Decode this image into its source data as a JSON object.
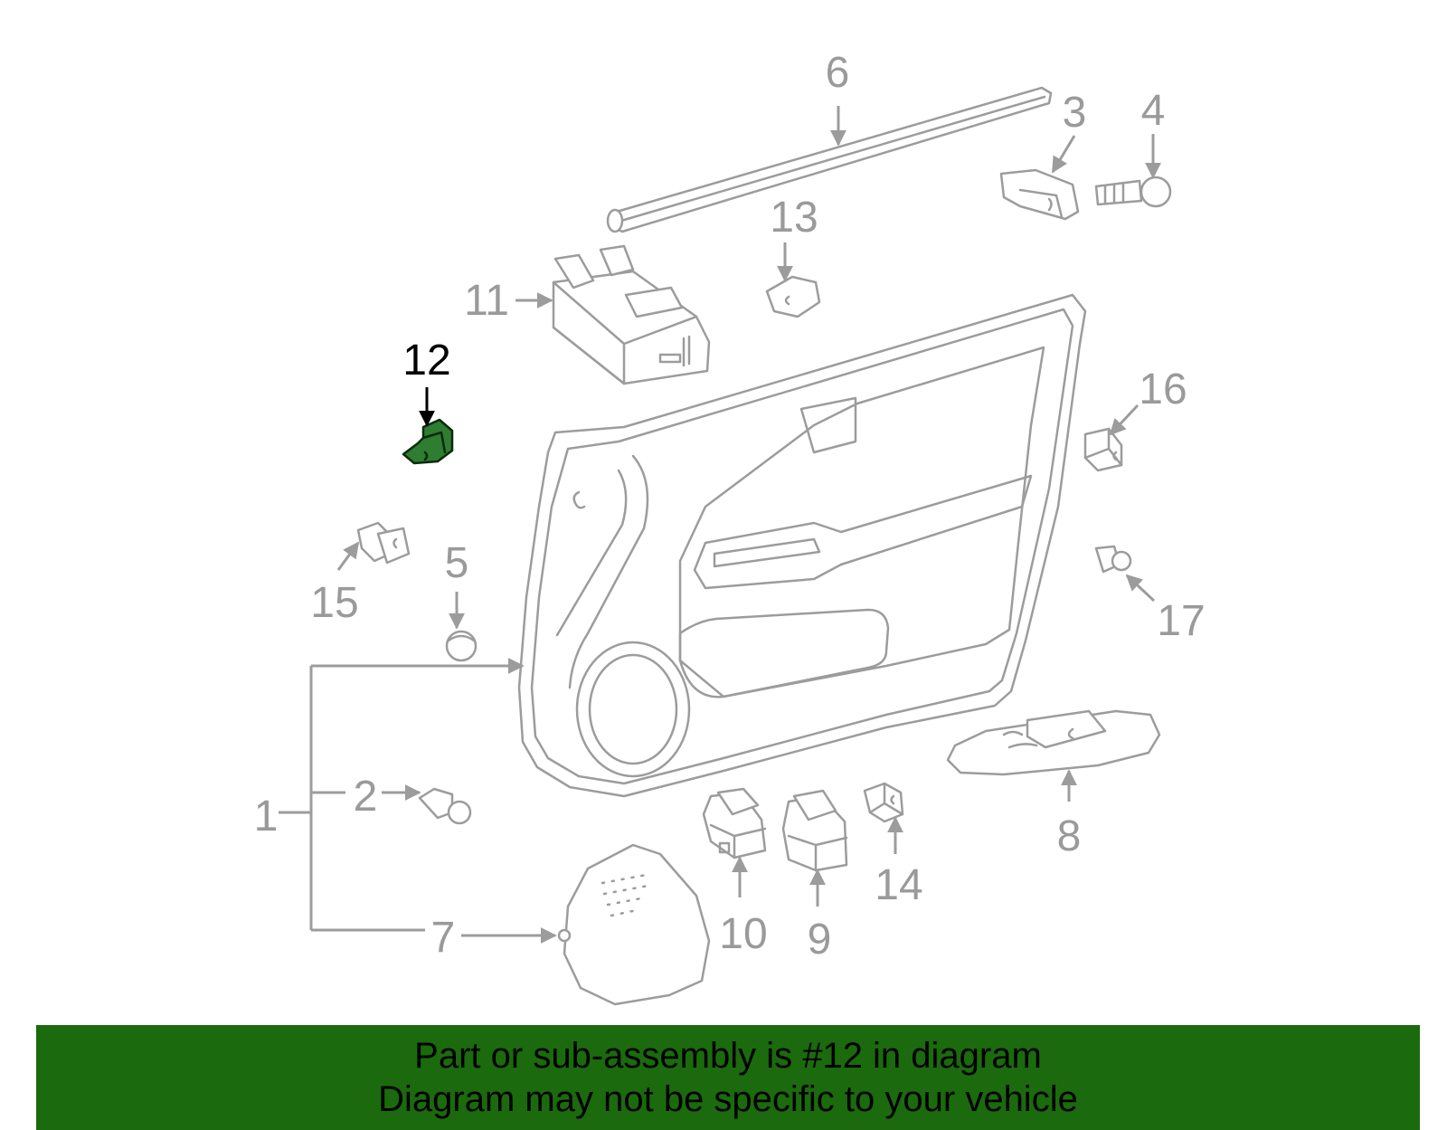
{
  "diagram": {
    "highlighted_part": "12",
    "callouts": {
      "c1": "1",
      "c2": "2",
      "c3": "3",
      "c4": "4",
      "c5": "5",
      "c6": "6",
      "c7": "7",
      "c8": "8",
      "c9": "9",
      "c10": "10",
      "c11": "11",
      "c12": "12",
      "c13": "13",
      "c14": "14",
      "c15": "15",
      "c16": "16",
      "c17": "17"
    },
    "colors": {
      "line": "#9c9c9c",
      "highlight": "#2e7d32",
      "banner": "#1b6a0d"
    }
  },
  "banner": {
    "line1": "Part or sub-assembly is #12 in diagram",
    "line2": "Diagram may not be specific to your vehicle"
  }
}
